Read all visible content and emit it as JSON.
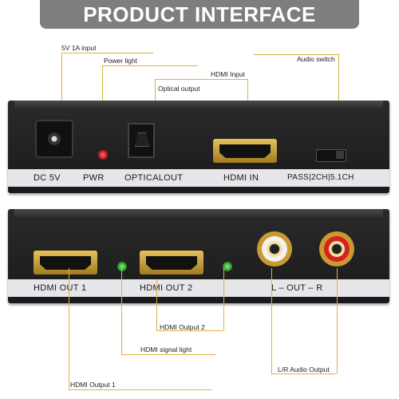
{
  "banner_title": "PRODUCT INTERFACE",
  "callouts": {
    "dc_input": "5V 1A  input",
    "power_light": "Power light",
    "optical_output": "Optical output",
    "hdmi_input": "HDMI Input",
    "audio_switch": "Audio switch",
    "hdmi_output_2": "HDMI Output 2",
    "hdmi_signal_light": "HDMI signal light",
    "lr_audio_output": "L/R Audio Output",
    "hdmi_output_1": "HDMI Output 1"
  },
  "front_labels": {
    "dc": "DC 5V",
    "pwr": "PWR",
    "optical": "OPTICALOUT",
    "hdmi_in": "HDMI IN",
    "switch_modes": "PASS|2CH|5.1CH"
  },
  "rear_labels": {
    "hdmi_out_1": "HDMI OUT 1",
    "hdmi_out_2": "HDMI OUT 2",
    "audio_out": "L  – OUT – R"
  },
  "icons": {
    "dc_jack": "dc-power-jack-icon",
    "power_led": "power-led-icon",
    "optical_port": "optical-port-icon",
    "hdmi_port": "hdmi-port-icon",
    "switch": "slide-switch-icon",
    "signal_led": "signal-led-icon",
    "rca_white": "rca-white-jack-icon",
    "rca_red": "rca-red-jack-icon"
  },
  "colors": {
    "banner_bg": "#7e7e7e",
    "leader_line": "#e0b040",
    "device_body": "#1f1f1f",
    "label_strip": "#e6e6ea",
    "power_led": "#d82020",
    "signal_led": "#2aa02a"
  }
}
